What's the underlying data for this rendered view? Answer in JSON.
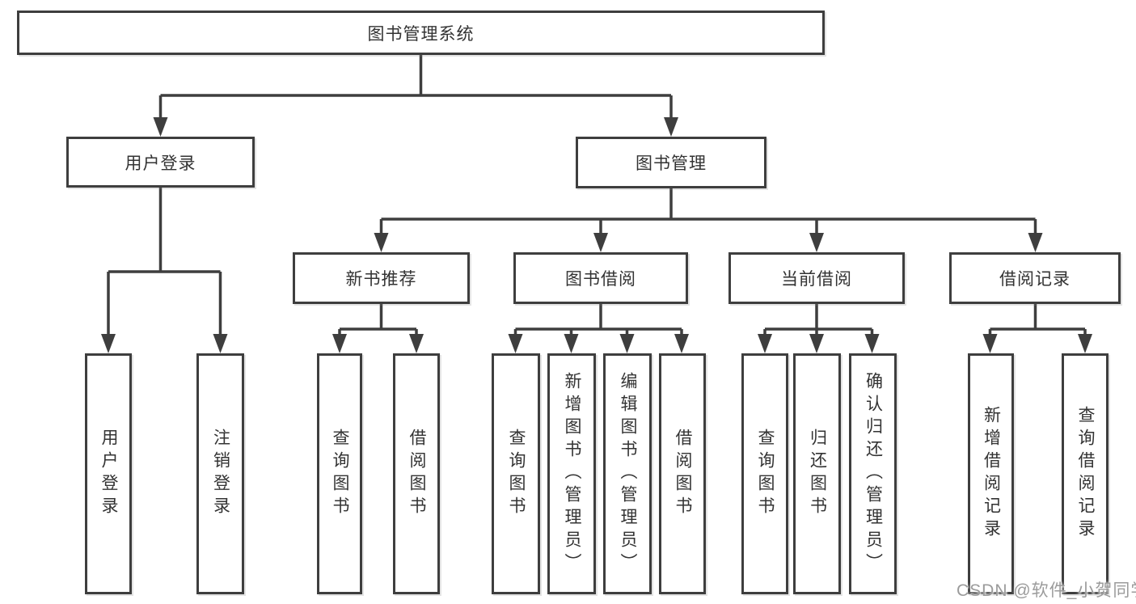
{
  "diagram": {
    "title": "图书管理系统",
    "root": {
      "label": "图书管理系统"
    },
    "branches": [
      {
        "label": "用户登录",
        "children": [
          {
            "label": "用户登录"
          },
          {
            "label": "注销登录"
          }
        ]
      },
      {
        "label": "图书管理",
        "children": [
          {
            "label": "新书推荐",
            "children": [
              {
                "label": "查询图书"
              },
              {
                "label": "借阅图书"
              }
            ]
          },
          {
            "label": "图书借阅",
            "children": [
              {
                "label": "查询图书"
              },
              {
                "label": "新增图书（管理员）"
              },
              {
                "label": "编辑图书（管理员）"
              },
              {
                "label": "借阅图书"
              }
            ]
          },
          {
            "label": "当前借阅",
            "children": [
              {
                "label": "查询图书"
              },
              {
                "label": "归还图书"
              },
              {
                "label": "确认归还（管理员）"
              }
            ]
          },
          {
            "label": "借阅记录",
            "children": [
              {
                "label": "新增借阅记录"
              },
              {
                "label": "查询借阅记录"
              }
            ]
          }
        ]
      }
    ]
  },
  "watermark": {
    "text": "CSDN @软件_小贺同学"
  },
  "colors": {
    "background": "#ffffff",
    "box_fill": "#ffffff",
    "box_border": "#3e3e3e",
    "line": "#3e3e3e",
    "text": "#333333",
    "watermark": "#9b9b9b"
  }
}
